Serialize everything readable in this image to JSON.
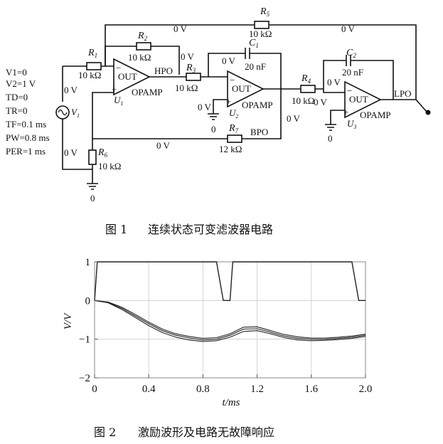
{
  "figure1": {
    "caption_num": "图 1",
    "caption_text": "连续状态可变滤波器电路",
    "source": [
      "V1=0",
      "V2=1 V",
      "TD=0",
      "TR=0",
      "TF=0.1 ms",
      "PW=0.8 ms",
      "PER=1 ms"
    ],
    "source_name": "V",
    "source_name_sub": "1",
    "r1": {
      "name": "R",
      "sub": "1",
      "value": "10 kΩ"
    },
    "r2": {
      "name": "R",
      "sub": "2",
      "value": "10 kΩ"
    },
    "r3": {
      "name": "R",
      "sub": "3",
      "value": "10 kΩ"
    },
    "r4": {
      "name": "R",
      "sub": "4",
      "value": "10 kΩ"
    },
    "r5": {
      "name": "R",
      "sub": "5",
      "value": "10 kΩ"
    },
    "r6": {
      "name": "R",
      "sub": "6",
      "value": "10 kΩ"
    },
    "r7": {
      "name": "R",
      "sub": "7",
      "value": "12 kΩ"
    },
    "c1": {
      "name": "C",
      "sub": "1",
      "value": "20 nF"
    },
    "c2": {
      "name": "C",
      "sub": "2",
      "value": "20 nF"
    },
    "u1": {
      "out": "OUT",
      "model": "OPAMP",
      "name": "U",
      "sub": "1"
    },
    "u2": {
      "out": "OUT",
      "model": "OPAMP",
      "name": "U",
      "sub": "2"
    },
    "u3": {
      "out": "OUT",
      "model": "OPAMP",
      "name": "U",
      "sub": "3"
    },
    "outputs": {
      "hpo": "HPO",
      "bpo": "BPO",
      "lpo": "LPO"
    },
    "node_voltage": "0 V",
    "ground_label": "0",
    "minus": "−",
    "plus": "+"
  },
  "figure2": {
    "caption_num": "图 2",
    "caption_text": "激励波形及电路无故障响应",
    "chart_data": {
      "type": "line",
      "xlabel": "t/ms",
      "ylabel": "V/V",
      "xlim": [
        0,
        2.0
      ],
      "ylim": [
        -2,
        1
      ],
      "xticks": [
        "0",
        "0.4",
        "0.8",
        "1.2",
        "1.6",
        "2.0"
      ],
      "yticks": [
        "1",
        "0",
        "−1",
        "−2"
      ],
      "series": [
        {
          "x": [
            0,
            0.02,
            0.9,
            0.95,
            1.0,
            1.02,
            1.9,
            1.95,
            2.0
          ],
          "y": [
            0,
            1,
            1,
            0,
            0,
            1,
            1,
            0,
            0
          ]
        },
        {
          "x": [
            0,
            0.1,
            0.2,
            0.3,
            0.4,
            0.5,
            0.6,
            0.7,
            0.8,
            0.9,
            1.0,
            1.1,
            1.2,
            1.3,
            1.4,
            1.5,
            1.6,
            1.7,
            1.8,
            1.9,
            2.0
          ],
          "y": [
            0,
            -0.05,
            -0.2,
            -0.4,
            -0.6,
            -0.78,
            -0.9,
            -0.97,
            -1.02,
            -1.0,
            -0.9,
            -0.74,
            -0.73,
            -0.82,
            -0.92,
            -0.98,
            -1.0,
            -1.0,
            -0.98,
            -0.95,
            -0.9
          ]
        },
        {
          "x": [
            0,
            0.1,
            0.2,
            0.3,
            0.4,
            0.5,
            0.6,
            0.7,
            0.8,
            0.9,
            1.0,
            1.1,
            1.2,
            1.3,
            1.4,
            1.5,
            1.6,
            1.7,
            1.8,
            1.9,
            2.0
          ],
          "y": [
            0,
            -0.06,
            -0.23,
            -0.44,
            -0.65,
            -0.83,
            -0.95,
            -1.02,
            -1.06,
            -1.04,
            -0.95,
            -0.8,
            -0.78,
            -0.86,
            -0.96,
            -1.02,
            -1.04,
            -1.03,
            -1.01,
            -0.98,
            -0.93
          ]
        },
        {
          "x": [
            0,
            0.1,
            0.2,
            0.3,
            0.4,
            0.5,
            0.6,
            0.7,
            0.8,
            0.9,
            1.0,
            1.1,
            1.2,
            1.3,
            1.4,
            1.5,
            1.6,
            1.7,
            1.8,
            1.9,
            2.0
          ],
          "y": [
            0,
            -0.04,
            -0.17,
            -0.36,
            -0.56,
            -0.74,
            -0.86,
            -0.93,
            -0.98,
            -0.96,
            -0.86,
            -0.69,
            -0.68,
            -0.78,
            -0.88,
            -0.94,
            -0.97,
            -0.97,
            -0.95,
            -0.92,
            -0.87
          ]
        }
      ]
    }
  }
}
